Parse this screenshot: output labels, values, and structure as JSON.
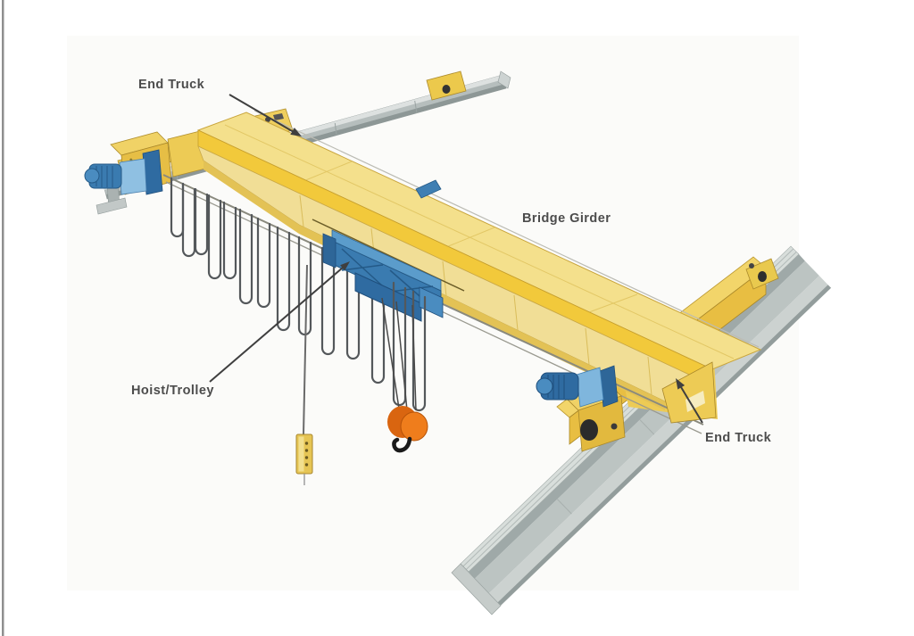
{
  "diagram": {
    "labels": {
      "end_truck_top": "End Truck",
      "bridge_girder": "Bridge Girder",
      "hoist_trolley": "Hoist/Trolley",
      "end_truck_right": "End Truck"
    },
    "colors": {
      "girder_yellow": "#F2C93B",
      "girder_web": "#F1DE96",
      "girder_top": "#F4E08C",
      "truck_yellow": "#EDCB55",
      "component_blue": "#3A7BB0",
      "hook_orange": "#EF7D1C",
      "rail_gray": "#B6BEBD",
      "label_text": "#4C4C4C"
    }
  }
}
